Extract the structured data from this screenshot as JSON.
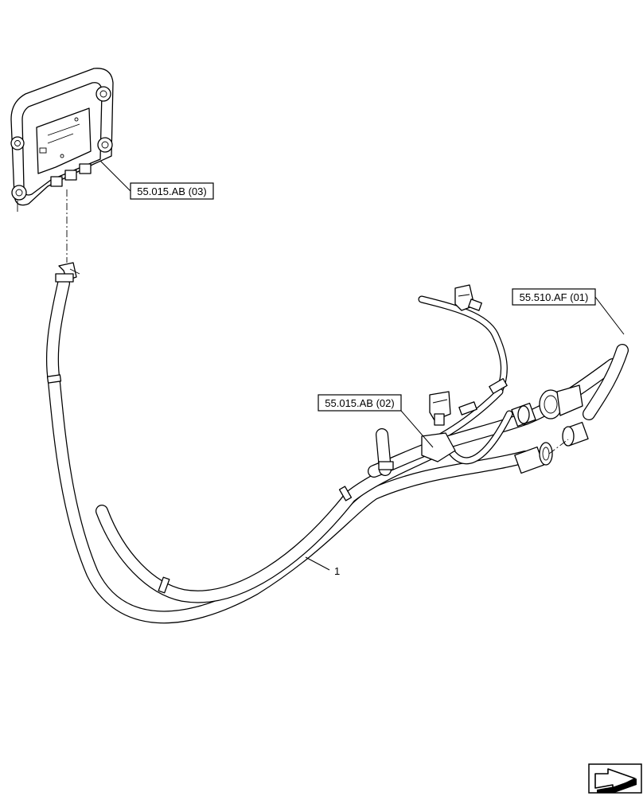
{
  "callouts": {
    "controller_ref": "55.015.AB (03)",
    "harness_ref": "55.015.AB (02)",
    "connector_ref": "55.510.AF (01)",
    "item_number": "1"
  },
  "icons": {
    "nav_icon": "next-page-arrow-icon"
  },
  "colors": {
    "line": "#000000",
    "background": "#ffffff"
  }
}
